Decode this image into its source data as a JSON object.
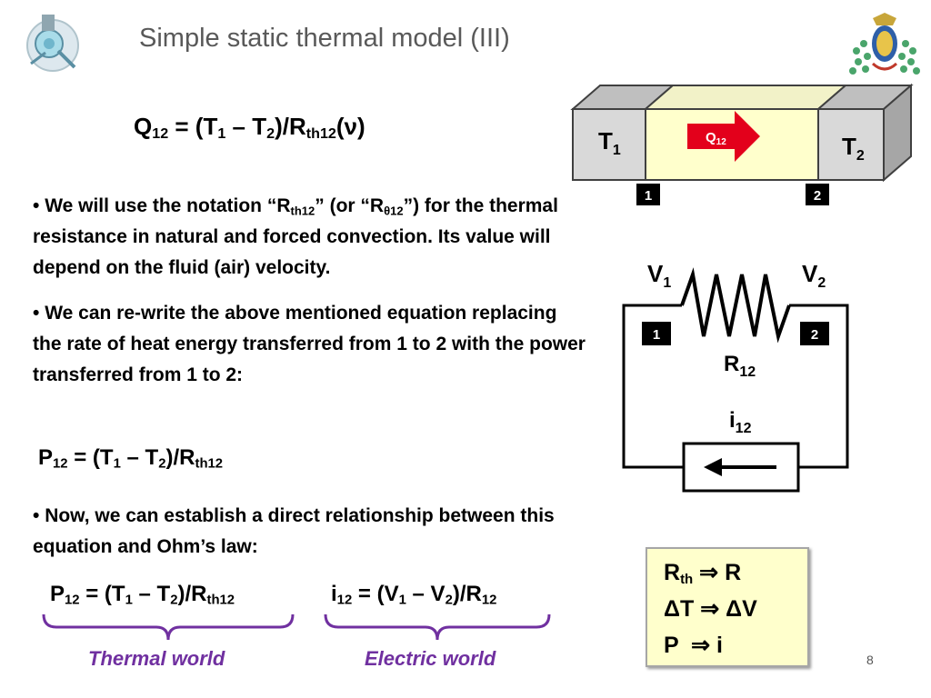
{
  "slide": {
    "title": "Simple static thermal model (III)",
    "page_number": "8"
  },
  "equations": {
    "eq1": {
      "q": "Q",
      "q_sub": "12",
      "mid1": " = (T",
      "t1_sub": "1",
      "mid2": " – T",
      "t2_sub": "2",
      "mid3": ")/R",
      "r_sub": "th12",
      "tail": "(ν)"
    },
    "eq2": {
      "p": "P",
      "p_sub": "12",
      "mid1": " = (T",
      "t1_sub": "1",
      "mid2": " – T",
      "t2_sub": "2",
      "mid3": ")/R",
      "r_sub": "th12"
    },
    "eq3": {
      "p": "P",
      "p_sub": "12",
      "mid1": " = (T",
      "t1_sub": "1",
      "mid2": " – T",
      "t2_sub": "2",
      "mid3": ")/R",
      "r_sub": "th12"
    },
    "eq4": {
      "i": "i",
      "i_sub": "12",
      "mid1": " = (V",
      "v1_sub": "1",
      "mid2": " – V",
      "v2_sub": "2",
      "mid3": ")/R",
      "r_sub": "12"
    }
  },
  "bullets": {
    "b1": {
      "dot": "• ",
      "a": "We will use the notation “R",
      "sub1": "th12",
      "b": "” (or “R",
      "sub2": "θ12",
      "c": "”) for the thermal resistance in natural and forced convection. Its value will depend on the fluid (air) velocity."
    },
    "b2": {
      "dot": "• ",
      "text": "We can re-write the above mentioned equation replacing the rate of heat energy transferred from 1 to 2 with the power transferred from 1 to 2:"
    },
    "b3": {
      "dot": "• ",
      "text": "Now, we can establish a direct relationship between this equation and Ohm’s law:"
    }
  },
  "worlds": {
    "thermal": "Thermal world",
    "electric": "Electric world"
  },
  "analogy": {
    "row1": {
      "a": "R",
      "a_sub": "th",
      "arrow": " ⇒ ",
      "b": "R"
    },
    "row2": {
      "a": "ΔT",
      "arrow": " ⇒ ",
      "b": "ΔV"
    },
    "row3": {
      "a": "P",
      "arrow": "  ⇒ ",
      "b": "i"
    }
  },
  "thermal_diagram": {
    "t1": "T",
    "t1_sub": "1",
    "t2": "T",
    "t2_sub": "2",
    "q": "Q",
    "q_sub": "12",
    "node1": "1",
    "node2": "2"
  },
  "circuit": {
    "v1": "V",
    "v1_sub": "1",
    "v2": "V",
    "v2_sub": "2",
    "r": "R",
    "r_sub": "12",
    "i": "i",
    "i_sub": "12",
    "node1": "1",
    "node2": "2"
  },
  "colors": {
    "title": "#595959",
    "world": "#7030a0",
    "brace": "#7030a0",
    "arrow_red": "#e3001b",
    "block_yellow": "#ffffcc",
    "block_gray": "#d9d9d9"
  }
}
